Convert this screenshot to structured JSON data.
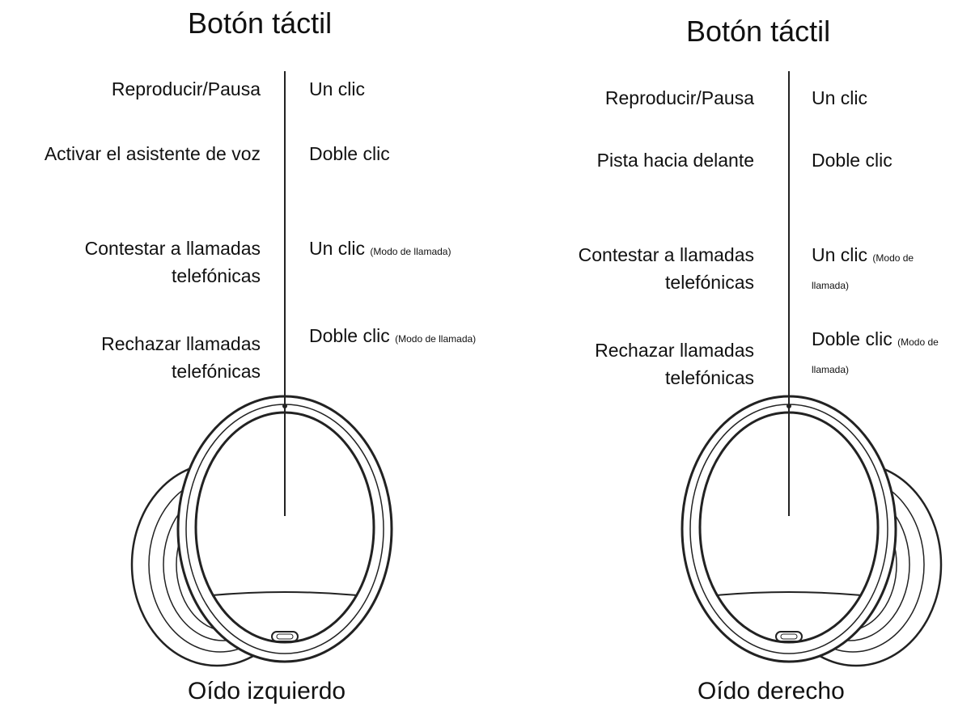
{
  "left": {
    "title": "Botón táctil",
    "caption": "Oído izquierdo",
    "rows": [
      {
        "function": "Reproducir/Pausa",
        "action": "Un clic",
        "note": ""
      },
      {
        "function": "Activar el asistente de voz",
        "action": "Doble clic",
        "note": ""
      },
      {
        "function": "Contestar a llamadas telefónicas",
        "action": "Un clic",
        "note": "(Modo de llamada)"
      },
      {
        "function": "Rechazar llamadas telefónicas",
        "action": "Doble clic",
        "note": "(Modo de llamada)"
      }
    ]
  },
  "right": {
    "title": "Botón táctil",
    "caption": "Oído derecho",
    "rows": [
      {
        "function": "Reproducir/Pausa",
        "action": "Un clic",
        "note": ""
      },
      {
        "function": "Pista hacia delante",
        "action": "Doble clic",
        "note": ""
      },
      {
        "function": "Contestar a llamadas telefónicas",
        "action": "Un clic",
        "note": "(Modo de llamada)"
      },
      {
        "function": "Rechazar llamadas telefónicas",
        "action": "Doble clic",
        "note": "(Modo de llamada)"
      }
    ]
  }
}
